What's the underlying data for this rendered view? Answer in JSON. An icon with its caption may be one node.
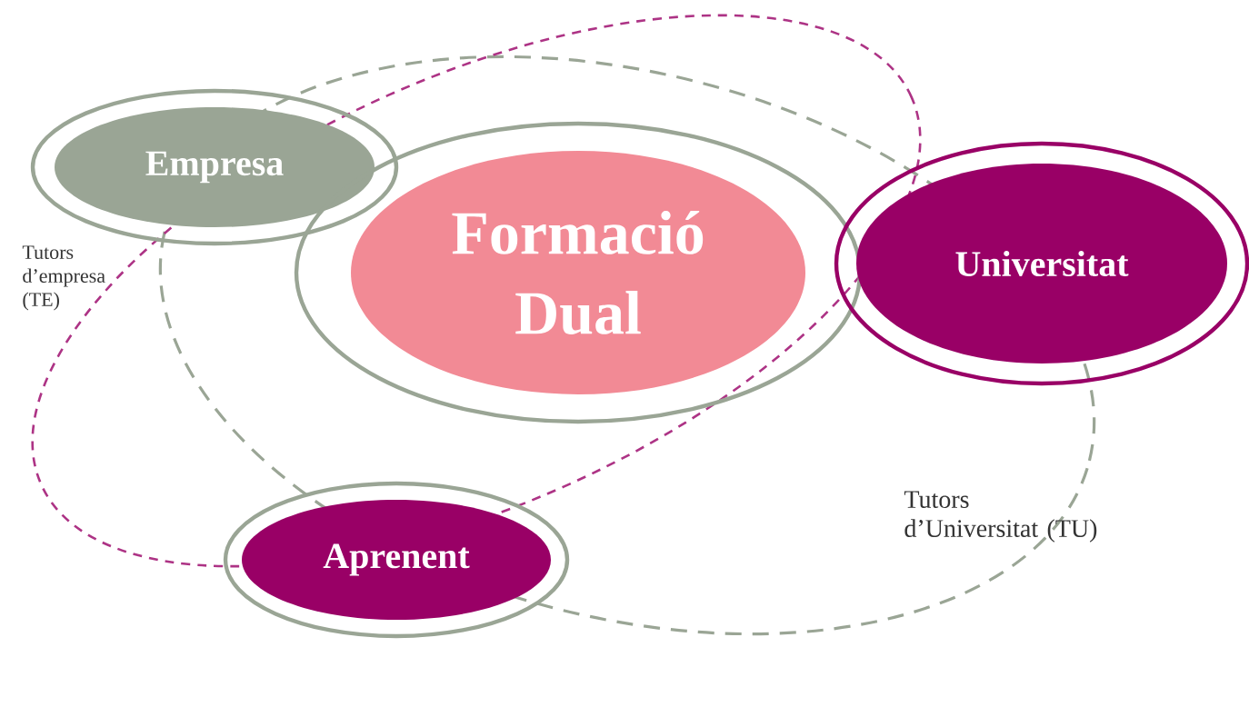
{
  "diagram": {
    "nodes": [
      {
        "text": [
          "Empresa"
        ]
      },
      {
        "text": [
          "Formació Dual"
        ]
      },
      {
        "text": [
          "Universitat"
        ]
      },
      {
        "text": [
          "Aprenent"
        ]
      }
    ],
    "labels": [
      "Tutors d’empresa (TE)",
      "Tutors d’Universitat (TU)"
    ]
  }
}
